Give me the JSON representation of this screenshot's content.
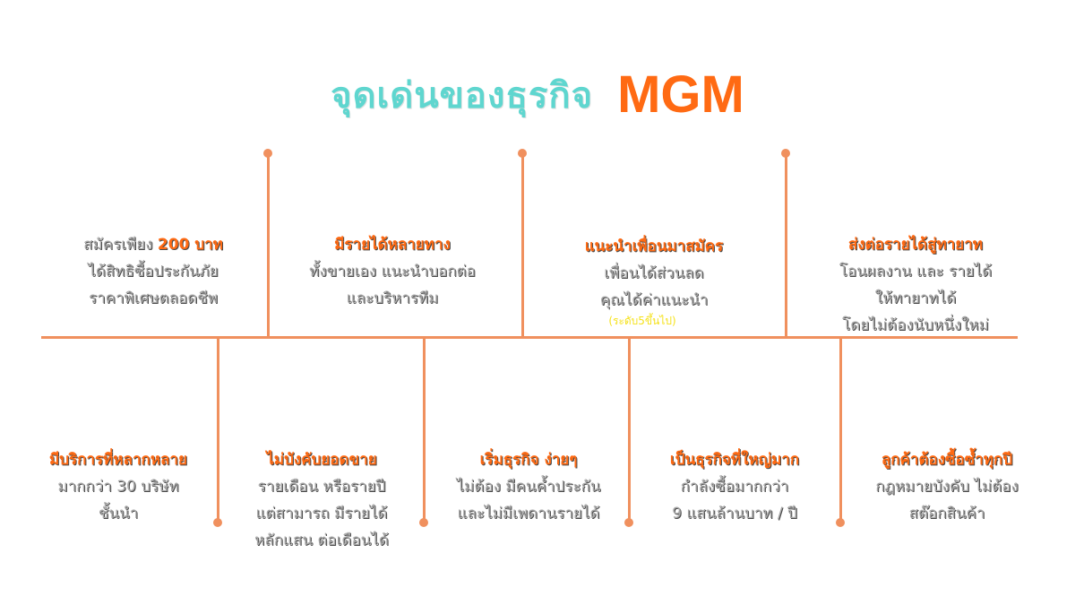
{
  "title": {
    "thai": "จุดเด่นของธุรกิจ",
    "brand": "MGM"
  },
  "colors": {
    "teal": "#5fd6cf",
    "orange": "#ff6a13",
    "line": "#f0905e",
    "body_text": "#a9a9a9",
    "note": "#f5e21c"
  },
  "top_items": [
    {
      "prefix": "สมัครเพียง ",
      "highlight": "200 บาท",
      "lines": [
        "ได้สิทธิซื้อประกันภัย",
        "ราคาพิเศษตลอดชีพ"
      ]
    },
    {
      "heading": "มีรายได้หลายทาง",
      "lines": [
        "ทั้งขายเอง แนะนำบอกต่อ",
        "และบริหารทีม"
      ]
    },
    {
      "heading": "แนะนำเพื่อนมาสมัคร",
      "lines": [
        "เพื่อนได้ส่วนลด",
        "คุณได้ค่าแนะนำ"
      ],
      "note": "(ระดับ5ขึ้นไป)"
    },
    {
      "heading": "ส่งต่อรายได้สู่ทายาท",
      "lines": [
        "โอนผลงาน และ รายได้",
        "ให้ทายาทได้",
        "โดยไม่ต้องนับหนึ่งใหม่"
      ]
    }
  ],
  "bottom_items": [
    {
      "heading": "มีบริการที่หลากหลาย",
      "lines": [
        "มากกว่า 30 บริษัท",
        "ชั้นนำ"
      ]
    },
    {
      "heading": "ไม่บังคับยอดขาย",
      "lines": [
        "รายเดือน หรือรายปี",
        "แต่สามารถ มีรายได้",
        "หลักแสน ต่อเดือนได้"
      ]
    },
    {
      "heading": "เริ่มธุรกิจ ง่ายๆ",
      "lines": [
        "ไม่ต้อง มีคนค้ำประกัน",
        "และไม่มีเพดานรายได้"
      ]
    },
    {
      "heading": "เป็นธุรกิจที่ใหญ่มาก",
      "lines": [
        "กำลังซื้อมากกว่า",
        "9 แสนล้านบาท / ปี"
      ]
    },
    {
      "heading": "ลูกค้าต้องซื้อซ้ำทุกปี",
      "lines": [
        "กฎหมายบังคับ ไม่ต้อง",
        "สต๊อกสินค้า"
      ]
    }
  ]
}
